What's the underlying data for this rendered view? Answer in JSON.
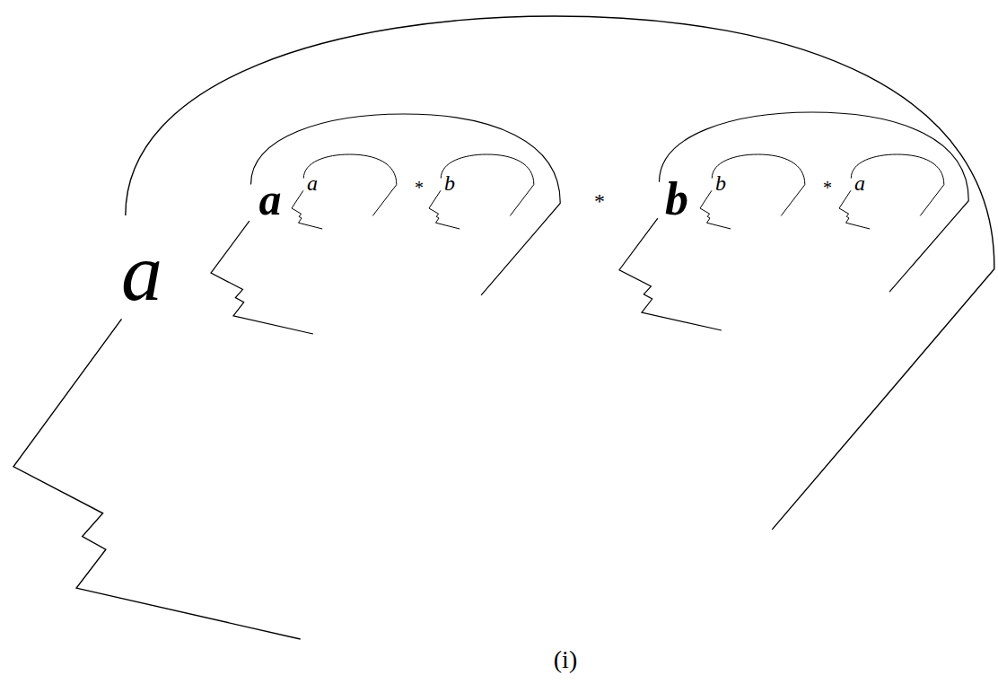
{
  "diagram": {
    "caption": "(i)",
    "nodes": [
      {
        "text": [
          "a"
        ]
      },
      {
        "text": [
          "a"
        ],
        "in": 0
      },
      {
        "text": [
          "a"
        ],
        "in": 1
      },
      {
        "text": [
          "b"
        ],
        "in": 1
      },
      {
        "text": [
          "b"
        ],
        "in": 0
      },
      {
        "text": [
          "b"
        ],
        "in": 4
      },
      {
        "text": [
          "a"
        ],
        "in": 4
      }
    ],
    "labels": [
      "*",
      "*",
      "*"
    ]
  }
}
